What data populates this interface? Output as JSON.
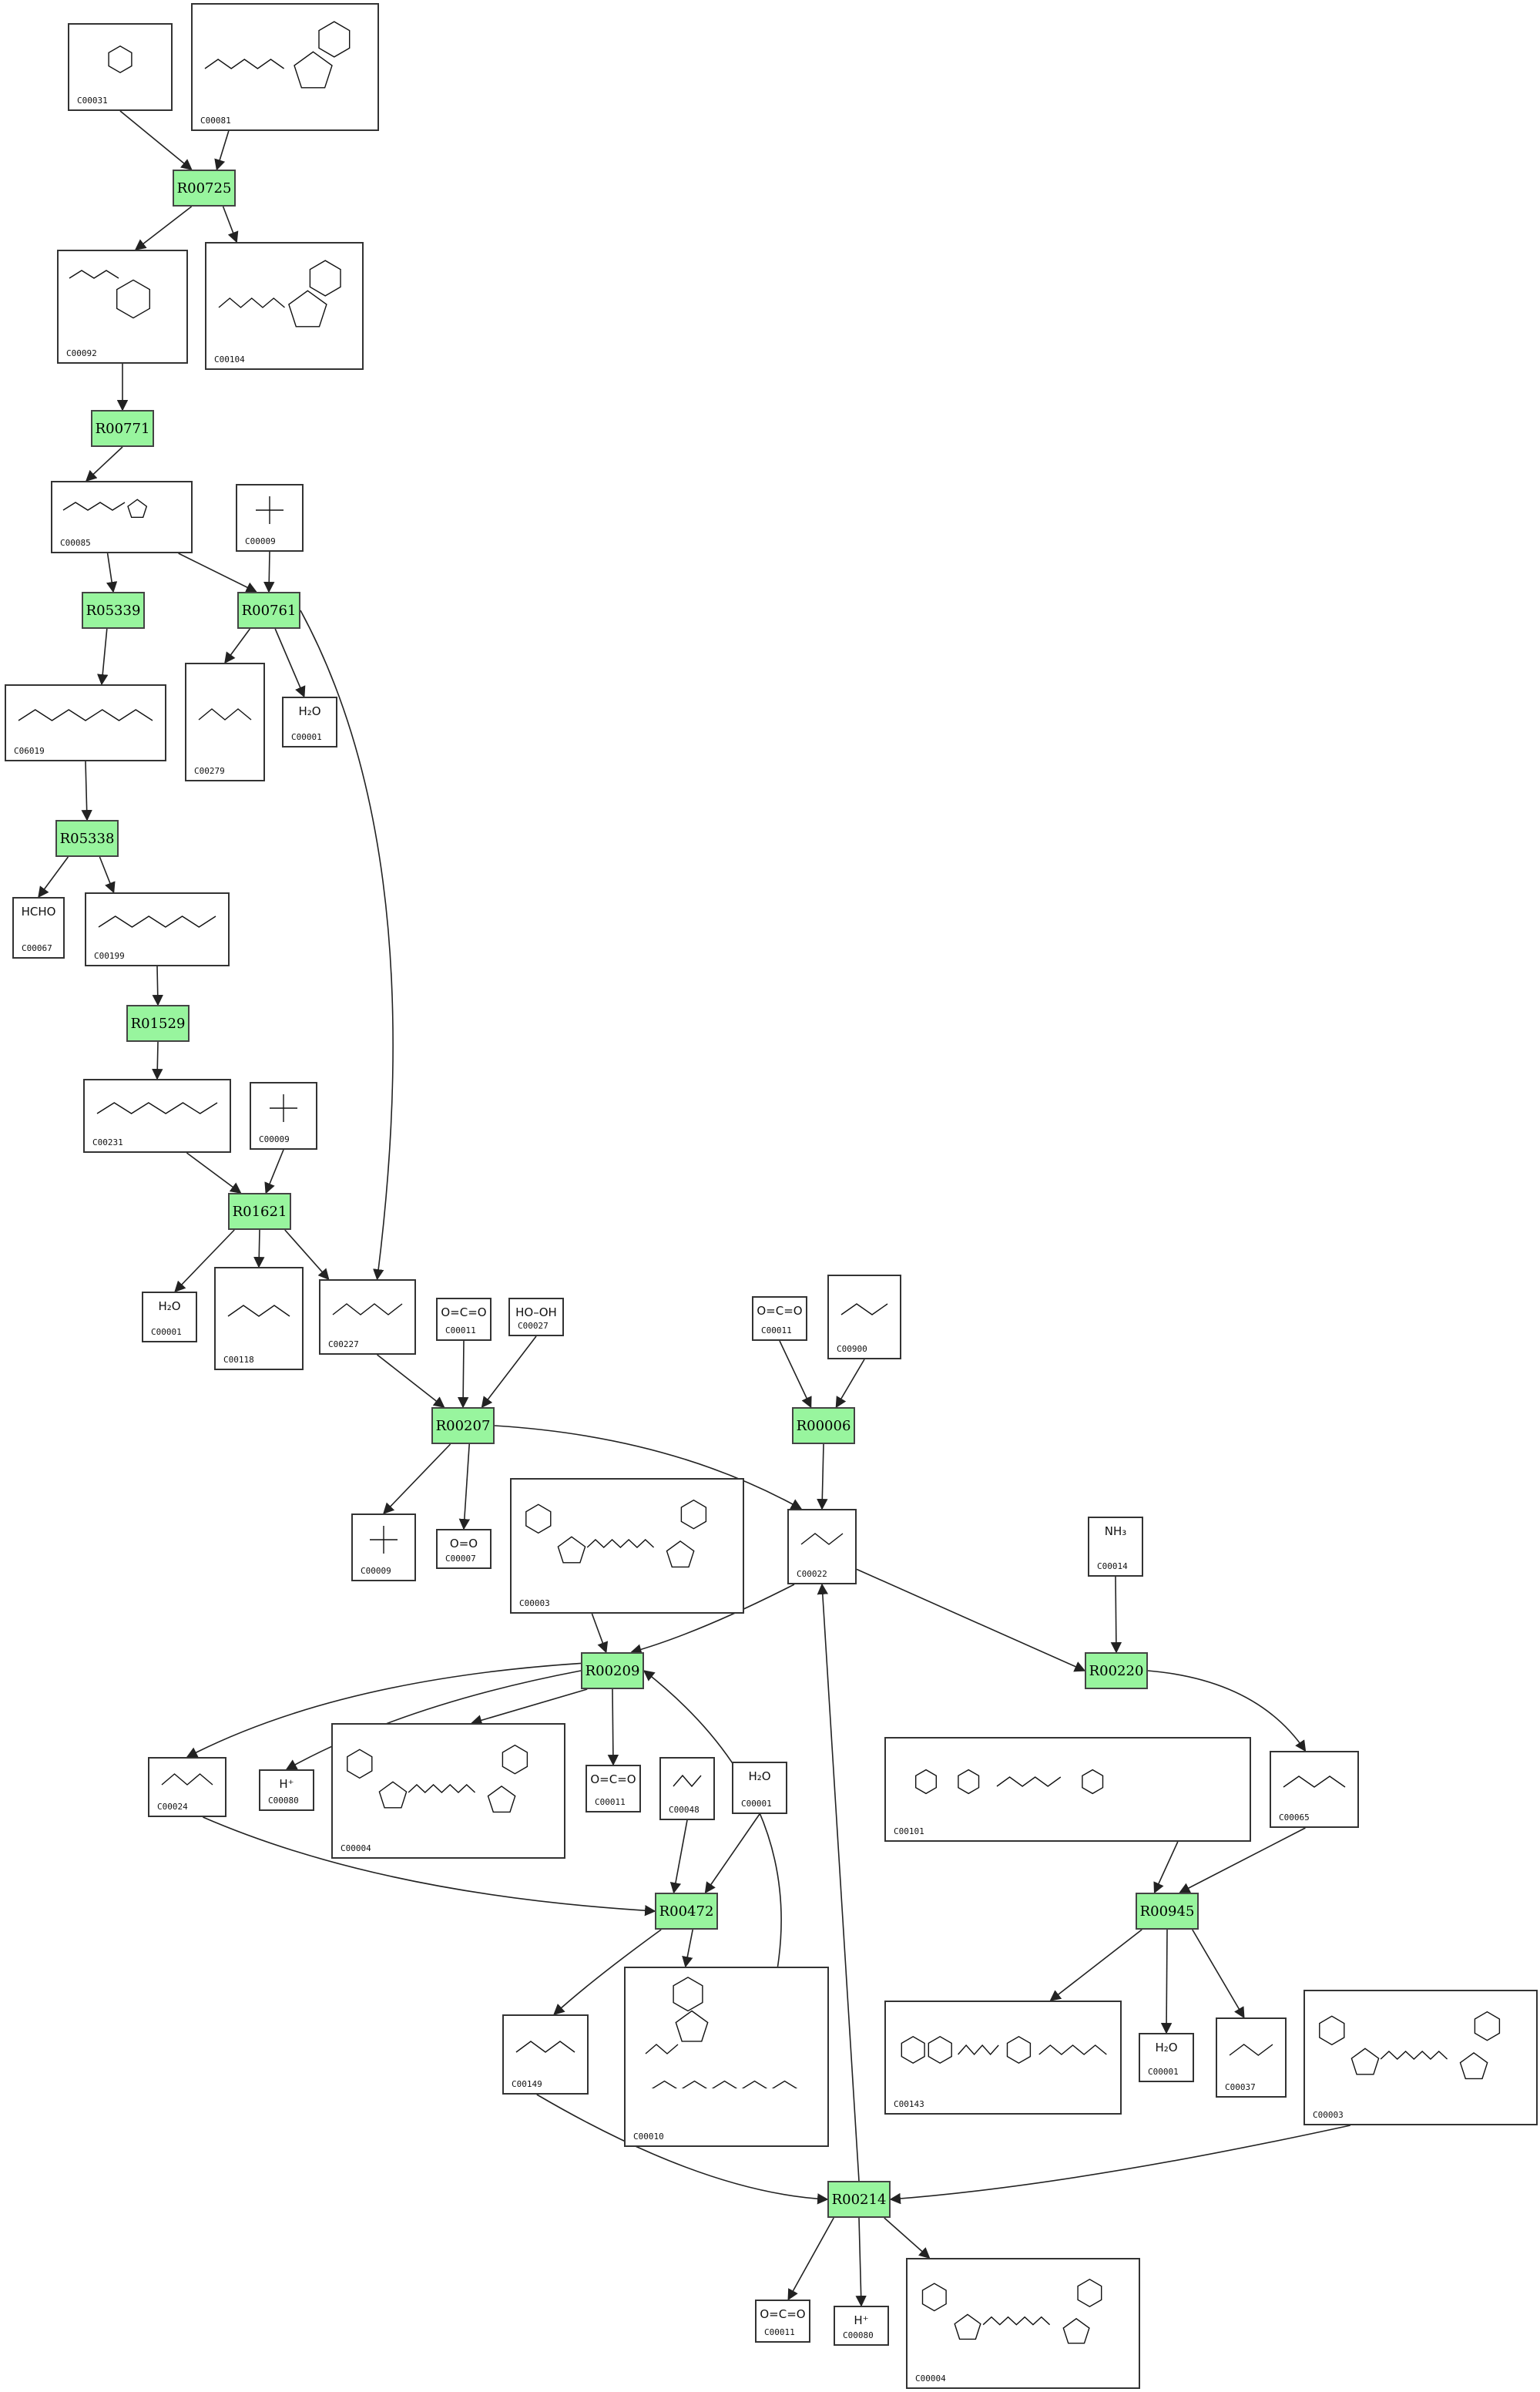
{
  "colors": {
    "reaction_fill": "#98f59e",
    "border": "#333333",
    "edge": "#222222",
    "background": "#ffffff"
  },
  "reactions": [
    {
      "id": "R00725"
    },
    {
      "id": "R00771"
    },
    {
      "id": "R05339"
    },
    {
      "id": "R00761"
    },
    {
      "id": "R05338"
    },
    {
      "id": "R01529"
    },
    {
      "id": "R01621"
    },
    {
      "id": "R00207"
    },
    {
      "id": "R00006"
    },
    {
      "id": "R00209"
    },
    {
      "id": "R00220"
    },
    {
      "id": "R00472"
    },
    {
      "id": "R00945"
    },
    {
      "id": "R00214"
    }
  ],
  "compounds": [
    {
      "id": "C00031",
      "kind": "ring-sugar"
    },
    {
      "id": "C00081",
      "kind": "nucleotide"
    },
    {
      "id": "C00092",
      "kind": "ring-sugar-phosphate"
    },
    {
      "id": "C00104",
      "kind": "nucleotide"
    },
    {
      "id": "C00085",
      "kind": "furanose-phosphate"
    },
    {
      "id": "C00009",
      "kind": "phosphate"
    },
    {
      "id": "C06019",
      "kind": "chain-phosphate"
    },
    {
      "id": "C00279",
      "kind": "chain-phosphate"
    },
    {
      "id": "C00001",
      "kind": "small",
      "formula": "H₂O"
    },
    {
      "id": "C00067",
      "kind": "small",
      "formula": "HCHO"
    },
    {
      "id": "C00199",
      "kind": "chain-phosphate"
    },
    {
      "id": "C00231",
      "kind": "chain-phosphate"
    },
    {
      "id": "C00009",
      "kind": "phosphate"
    },
    {
      "id": "C00001",
      "kind": "small",
      "formula": "H₂O"
    },
    {
      "id": "C00118",
      "kind": "chain-phosphate"
    },
    {
      "id": "C00227",
      "kind": "chain-phosphate"
    },
    {
      "id": "C00011",
      "kind": "small",
      "formula": "O=C=O"
    },
    {
      "id": "C00027",
      "kind": "small",
      "formula": "HO–OH"
    },
    {
      "id": "C00011",
      "kind": "small",
      "formula": "O=C=O"
    },
    {
      "id": "C00900",
      "kind": "chain"
    },
    {
      "id": "C00009",
      "kind": "phosphate"
    },
    {
      "id": "C00007",
      "kind": "small",
      "formula": "O=O"
    },
    {
      "id": "C00003",
      "kind": "dinucleotide"
    },
    {
      "id": "C00022",
      "kind": "chain"
    },
    {
      "id": "C00014",
      "kind": "small",
      "formula": "NH₃"
    },
    {
      "id": "C00024",
      "kind": "chain"
    },
    {
      "id": "C00080",
      "kind": "small",
      "formula": "H⁺"
    },
    {
      "id": "C00004",
      "kind": "dinucleotide"
    },
    {
      "id": "C00011",
      "kind": "small",
      "formula": "O=C=O"
    },
    {
      "id": "C00048",
      "kind": "chain"
    },
    {
      "id": "C00001",
      "kind": "small",
      "formula": "H₂O"
    },
    {
      "id": "C00101",
      "kind": "pterin"
    },
    {
      "id": "C00065",
      "kind": "chain"
    },
    {
      "id": "C00149",
      "kind": "chain"
    },
    {
      "id": "C00010",
      "kind": "coenzyme"
    },
    {
      "id": "C00143",
      "kind": "pterin"
    },
    {
      "id": "C00001",
      "kind": "small",
      "formula": "H₂O"
    },
    {
      "id": "C00037",
      "kind": "chain"
    },
    {
      "id": "C00003",
      "kind": "dinucleotide"
    },
    {
      "id": "C00011",
      "kind": "small",
      "formula": "O=C=O"
    },
    {
      "id": "C00080",
      "kind": "small",
      "formula": "H⁺"
    },
    {
      "id": "C00004",
      "kind": "dinucleotide"
    }
  ]
}
